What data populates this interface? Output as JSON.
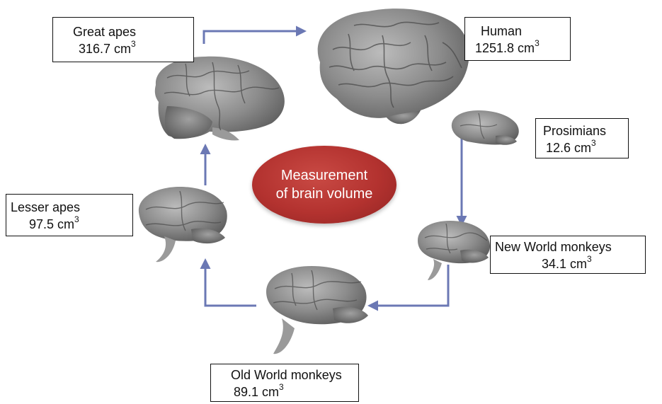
{
  "center": {
    "line1": "Measurement",
    "line2": "of brain volume",
    "color": "#b3322f"
  },
  "volume_unit": "cm",
  "volume_unit_exponent": "3",
  "arrow_color": "#6b78b4",
  "nodes": [
    {
      "id": "human",
      "name": "Human",
      "volume": "1251.8 cm",
      "icon": "human-brain-icon"
    },
    {
      "id": "prosimians",
      "name": "Prosimians",
      "volume": "12.6 cm",
      "icon": "prosimian-brain-icon"
    },
    {
      "id": "new-world-monkeys",
      "name": "New World monkeys",
      "volume": "34.1 cm",
      "icon": "new-world-monkey-brain-icon"
    },
    {
      "id": "old-world-monkeys",
      "name": "Old World monkeys",
      "volume": "89.1 cm",
      "icon": "old-world-monkey-brain-icon"
    },
    {
      "id": "lesser-apes",
      "name": "Lesser apes",
      "volume": "97.5 cm",
      "icon": "lesser-ape-brain-icon"
    },
    {
      "id": "great-apes",
      "name": "Great apes",
      "volume": "316.7 cm",
      "icon": "great-ape-brain-icon"
    }
  ]
}
